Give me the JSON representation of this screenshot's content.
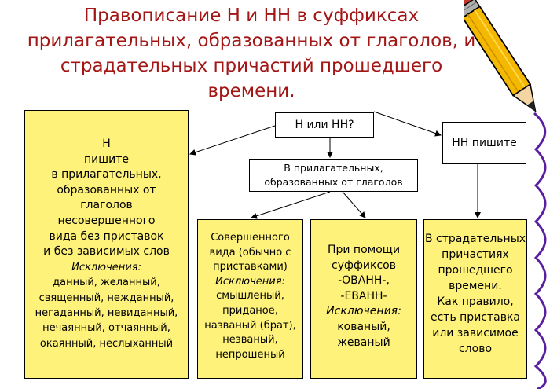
{
  "title": {
    "lines": [
      "Правописание Н и НН в суффиксах",
      "прилагательных, образованных от глаголов, и",
      "страдательных причастий прошедшего",
      "времени."
    ]
  },
  "question": "Н или НН?",
  "nn_box": "НН пишите",
  "left_box": {
    "lines": [
      "Н",
      "пишите",
      "в прилагательных,",
      "образованных от",
      "глаголов",
      "несовершенного",
      "вида без приставок",
      "и без зависимых слов"
    ],
    "exceptions_label": "Исключения:",
    "exceptions": [
      "данный, желанный,",
      "священный, нежданный,",
      "негаданный, невиданный,",
      "нечаянный, отчаянный,",
      "окаянный, неслыханный"
    ]
  },
  "middle_box": {
    "lines": [
      "В прилагательных,",
      "образованных от глаголов"
    ]
  },
  "perfect_box": {
    "lines": [
      "Совершенного",
      "вида (обычно с",
      "приставками)"
    ],
    "exceptions_label": "Исключения:",
    "exceptions": [
      "смышленый,",
      "приданое,",
      "названый (брат),",
      "незваный,",
      "непрошеный"
    ]
  },
  "suffix_box": {
    "lines": [
      "При помощи",
      "суффиксов",
      "-ОВАНН-,",
      "-ЕВАНН-"
    ],
    "exceptions_label": "Исключения:",
    "exceptions": [
      "кованый,",
      "жеваный"
    ]
  },
  "participle_box": {
    "lines": [
      "В страдательных",
      "причастиях",
      "прошедшего",
      "времени.",
      "Как правило,",
      "есть приставка",
      "или зависимое",
      "слово"
    ]
  },
  "colors": {
    "title": "#a31616",
    "box_fill": "#fef27a",
    "pencil_body": "#f5b800",
    "border": "#000000"
  },
  "icons": [
    "pencil-icon",
    "spiral-binding-icon"
  ]
}
